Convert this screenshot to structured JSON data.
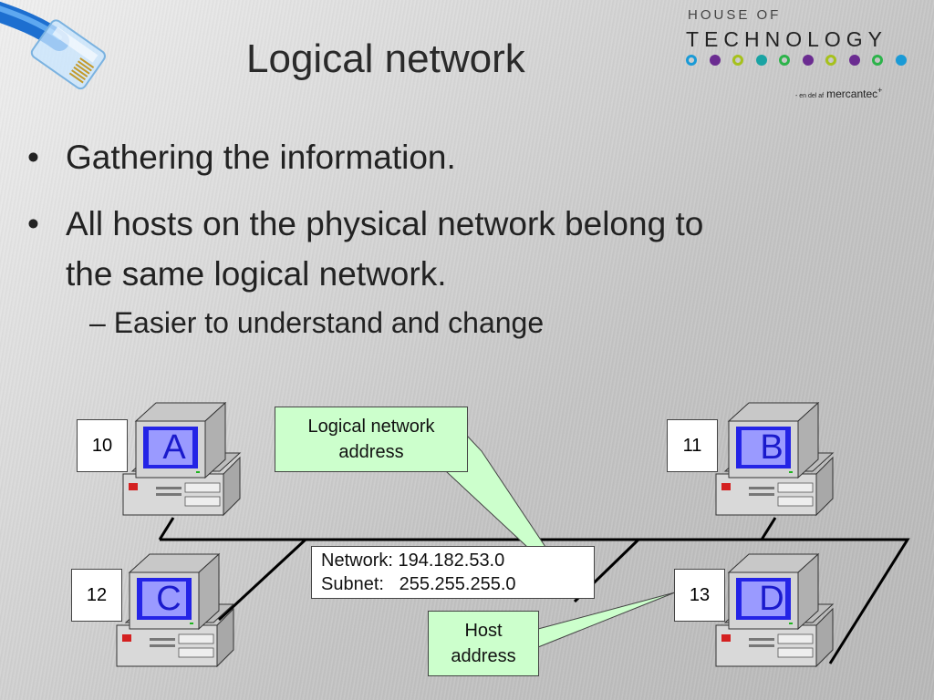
{
  "slide": {
    "title": "Logical network",
    "bullets": [
      "Gathering the information.",
      "All hosts on the physical network belong to the same logical network."
    ],
    "bullet2_line1": "All hosts on the physical network belong to",
    "bullet2_line2": "the same logical network.",
    "sub_bullet": "– Easier to understand and change",
    "bullet_symbol": "•"
  },
  "logo": {
    "line1": "HOUSE OF",
    "line2": "TECHNOLOGY",
    "tag_small": "- en del af",
    "tag_brand": "mercantec",
    "tag_plus": "+",
    "dot_colors": [
      "#1a9ad6",
      "#6b2c91",
      "#a6c11c",
      "#1aa3a3",
      "#2cb34a",
      "#6b2c91",
      "#a6c11c",
      "#6b2c91",
      "#2cb34a",
      "#1a9ad6"
    ]
  },
  "diagram": {
    "hosts": [
      {
        "letter": "A",
        "number": "10"
      },
      {
        "letter": "B",
        "number": "11"
      },
      {
        "letter": "C",
        "number": "12"
      },
      {
        "letter": "D",
        "number": "13"
      }
    ],
    "callout_logical": "Logical network address",
    "callout_logical_line1": "Logical network",
    "callout_logical_line2": "address",
    "callout_host_line1": "Host",
    "callout_host_line2": "address",
    "network_line": "Network: 194.182.53.0",
    "subnet_line": "Subnet:   255.255.255.0"
  },
  "colors": {
    "screen": "#2424e6",
    "screen_light": "#9a9aff",
    "callout_fill": "#ccffcc",
    "letter_color": "#1a1acc"
  }
}
